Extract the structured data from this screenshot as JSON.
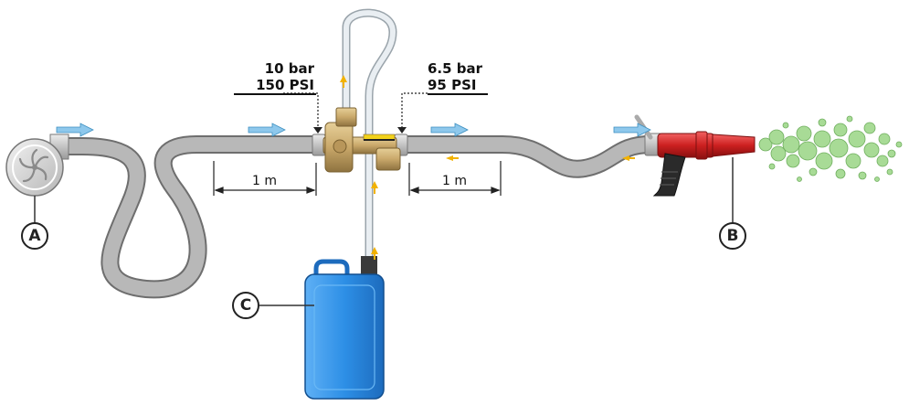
{
  "pressures": {
    "inlet": {
      "bar": "10 bar",
      "psi": "150 PSI"
    },
    "outlet": {
      "bar": "6.5 bar",
      "psi": "95 PSI"
    }
  },
  "dimensions": {
    "upstream": "1 m",
    "downstream": "1 m"
  },
  "markers": {
    "pump": "A",
    "nozzle": "B",
    "canister": "C"
  },
  "colors": {
    "hose": "#b3b3b3",
    "hose_outline": "#6e6e6e",
    "flow_arrow": "#8ec8ec",
    "injector_brass": "#c9a86a",
    "nozzle_red": "#d02828",
    "canister_blue": "#2d8fe6",
    "foam_green": "#9ed48e",
    "yellow_arrow": "#f2b200"
  },
  "icons": [
    "pump-icon",
    "inline-foam-injector",
    "foam-nozzle",
    "foam-concentrate-canister",
    "foam-spray"
  ]
}
